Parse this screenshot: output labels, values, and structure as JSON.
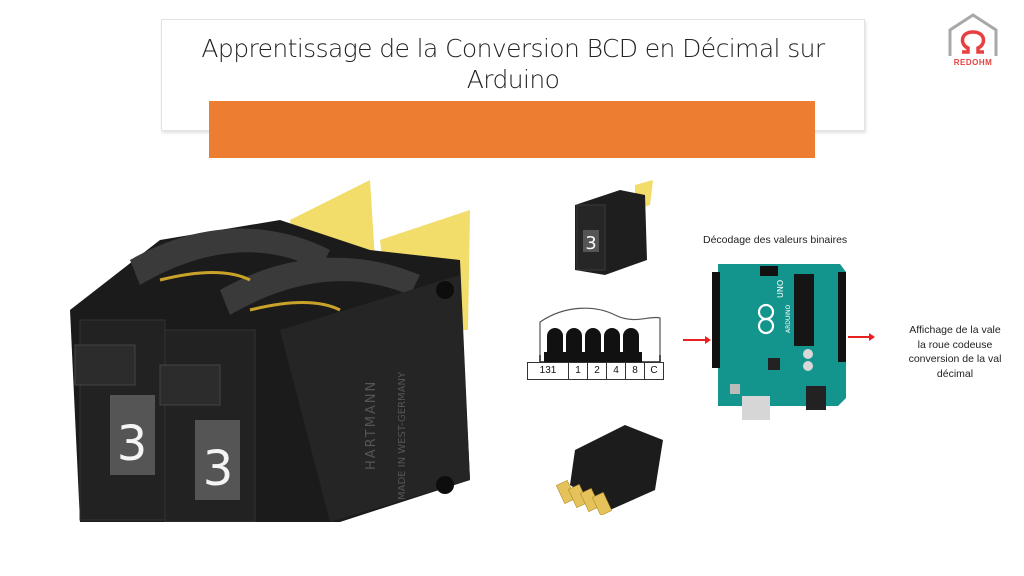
{
  "slide": {
    "title_line1": "Apprentissage  de la Conversion  BCD en Décimal sur",
    "title_line2": "Arduino",
    "accent_color": "#ed7d31"
  },
  "logo": {
    "icon": "omega-house-icon",
    "text": "REDOHM",
    "color": "#e84040"
  },
  "photo": {
    "digit_left": "3",
    "digit_right": "3",
    "brand_text": "HARTMANN",
    "made_in": "MADE IN WEST-GERMANY"
  },
  "small_switch": {
    "digit": "3"
  },
  "diagram": {
    "cells": [
      "131",
      "1",
      "2",
      "4",
      "8",
      "C"
    ]
  },
  "decode": {
    "label": "Décodage des valeurs binaires",
    "board_label": "UNO",
    "board_brand": "ARDUINO"
  },
  "output": {
    "line1": "Affichage de la vale",
    "line2": "la roue codeuse",
    "line3": "conversion de la val",
    "line4": "décimal"
  }
}
